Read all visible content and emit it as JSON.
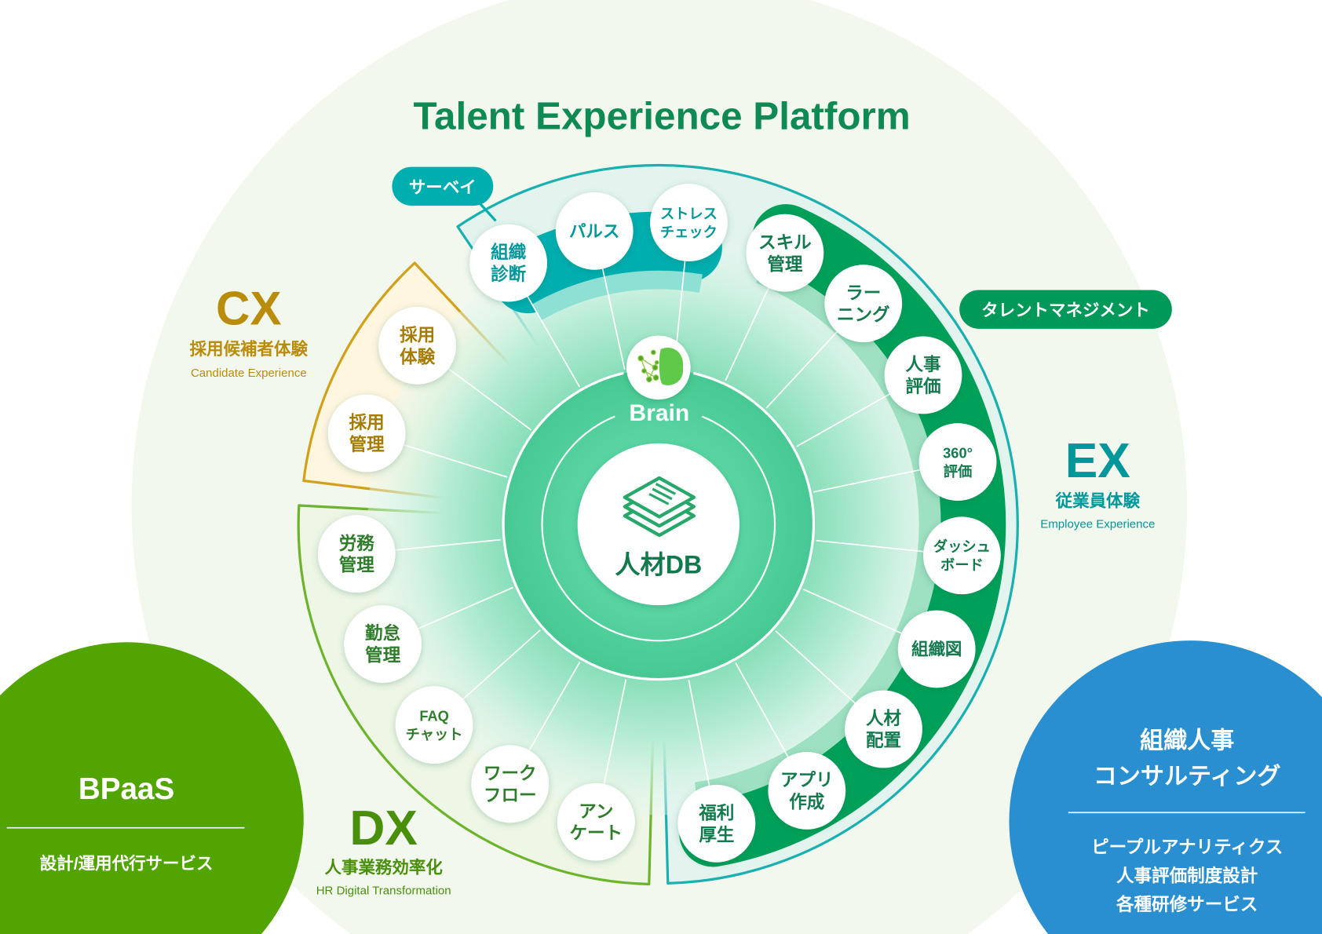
{
  "title": "Talent Experience Platform",
  "center": {
    "label": "人材DB",
    "brain_label": "Brain"
  },
  "cx": {
    "code": "CX",
    "jp": "採用候補者体験",
    "en": "Candidate Experience"
  },
  "ex": {
    "code": "EX",
    "jp": "従業員体験",
    "en": "Employee Experience"
  },
  "dx": {
    "code": "DX",
    "jp": "人事業務効率化",
    "en": "HR  Digital Transformation"
  },
  "pills": {
    "survey": "サーベイ",
    "talent": "タレントマネジメント"
  },
  "bubbles": {
    "survey": [
      [
        "組織",
        "診断"
      ],
      [
        "パルス"
      ],
      [
        "ストレス",
        "チェック"
      ]
    ],
    "ex": [
      [
        "スキル",
        "管理"
      ],
      [
        "ラー",
        "ニング"
      ],
      [
        "人事",
        "評価"
      ],
      [
        "360°",
        "評価"
      ],
      [
        "ダッシュ",
        "ボード"
      ],
      [
        "組織図"
      ],
      [
        "人材",
        "配置"
      ],
      [
        "アプリ",
        "作成"
      ],
      [
        "福利",
        "厚生"
      ]
    ],
    "dx": [
      [
        "アン",
        "ケート"
      ],
      [
        "ワーク",
        "フロー"
      ],
      [
        "FAQ",
        "チャット"
      ],
      [
        "勤怠",
        "管理"
      ],
      [
        "労務",
        "管理"
      ]
    ],
    "cx": [
      [
        "採用",
        "管理"
      ],
      [
        "採用",
        "体験"
      ]
    ]
  },
  "bpaas": {
    "title": "BPaaS",
    "sub": "設計/運用代行サービス"
  },
  "consulting": {
    "title_lines": [
      "組織人事",
      "コンサルティング"
    ],
    "items": [
      "ピープルアナリティクス",
      "人事評価制度設計",
      "各種研修サービス"
    ]
  },
  "colors": {
    "ex": "#00a05a",
    "survey": "#00aeb0",
    "cx": "#c99a12",
    "dx": "#5aa81a",
    "bpaas": "#52a500",
    "consulting": "#2a8fd0"
  }
}
